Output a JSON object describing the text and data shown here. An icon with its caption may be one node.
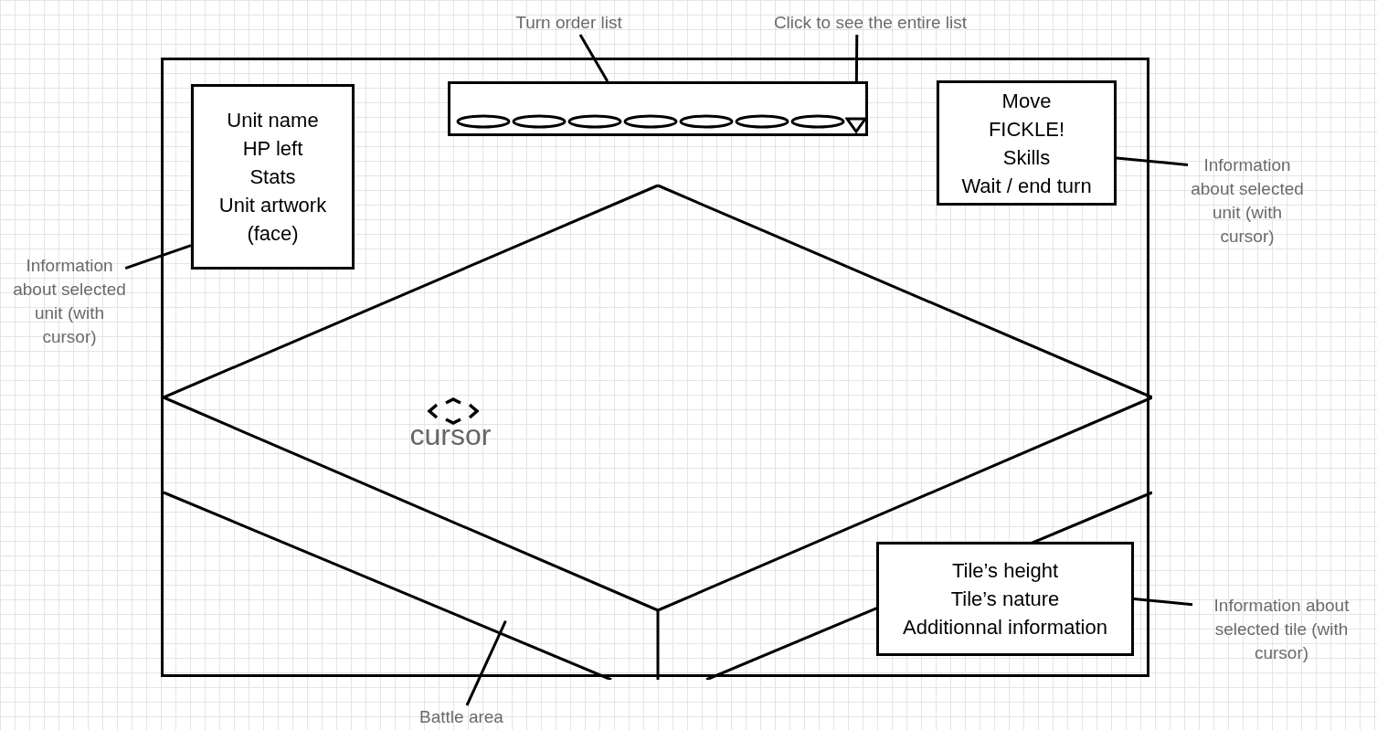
{
  "diagram": {
    "nodes": [
      {
        "text": [],
        "shape": "box"
      },
      {
        "text": [
          "Unit name",
          "HP left",
          "Stats",
          "Unit artwork (face)"
        ],
        "in": 0
      },
      {
        "text": [],
        "shape": "box",
        "in": 0
      },
      {
        "text": [],
        "shape": "triangle",
        "in": 2
      },
      {
        "text": [
          "Move",
          "FICKLE!",
          "Skills",
          "Wait / end turn"
        ],
        "in": 0
      },
      {
        "text": [],
        "shape": "picture",
        "in": 0
      },
      {
        "text": [
          "Tile’s height",
          "Tile’s nature",
          "Additionnal information"
        ],
        "in": 5
      },
      {
        "text": [
          "Turn order list"
        ]
      },
      {
        "text": [
          "Click to see the entire list"
        ]
      },
      {
        "text": [
          "Information about selected unit (with cursor)"
        ]
      },
      {
        "text": [
          "Information about selected unit (with cursor)"
        ]
      },
      {
        "text": [
          "Information about selected tile (with cursor)"
        ]
      },
      {
        "text": [
          "Battle area"
        ]
      }
    ],
    "edges": [
      {
        "from": 7,
        "to": 2,
        "arrow": "none"
      },
      {
        "from": 8,
        "to": 3,
        "arrow": "none"
      },
      {
        "from": 9,
        "to": 4,
        "arrow": "none"
      },
      {
        "from": 10,
        "to": 1,
        "arrow": "none"
      },
      {
        "from": 11,
        "to": 6,
        "arrow": "none"
      },
      {
        "from": 12,
        "to": 5,
        "arrow": "none"
      }
    ],
    "labels": [
      "cursor"
    ]
  }
}
